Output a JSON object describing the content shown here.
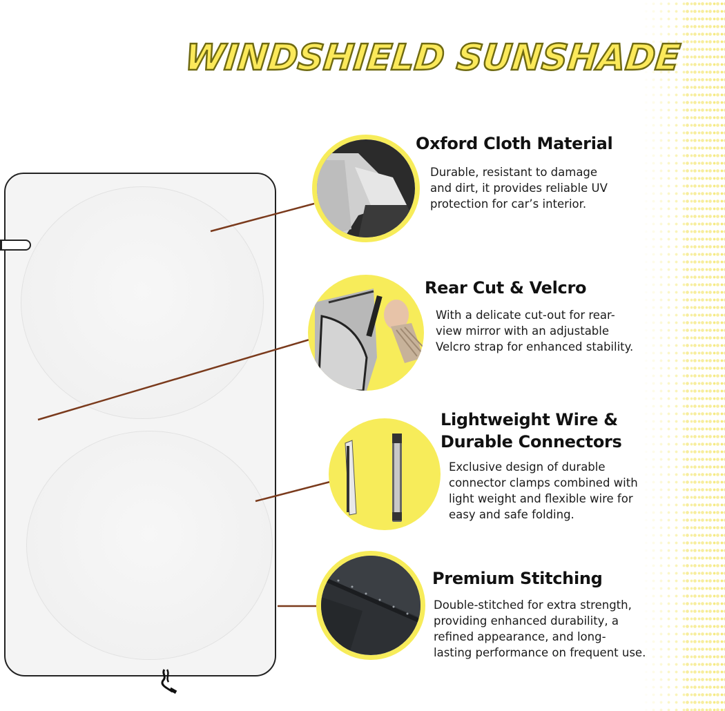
{
  "header": {
    "title": "WINDSHIELD SUNSHADE"
  },
  "colors": {
    "accent_yellow": "#f7ec5a",
    "title_fill": "#fbe95a",
    "title_outline": "#6f6a12",
    "leader_line": "#7a3a1c",
    "text": "#111111"
  },
  "product_image": {
    "label": "foldable-windshield-sunshade",
    "panels": 2
  },
  "features": [
    {
      "title": "Oxford Cloth Material",
      "description": "Durable, resistant to damage\nand dirt, it provides reliable UV\nprotection for car’s interior.",
      "image": "oxford-cloth-closeup"
    },
    {
      "title": "Rear Cut & Velcro",
      "description": "With a delicate cut-out for rear-\nview mirror with an adjustable\nVelcro strap for enhanced stability.",
      "image": "velcro-strap-closeup"
    },
    {
      "title": "Lightweight Wire &\nDurable Connectors",
      "title_line1": "Lightweight Wire &",
      "title_line2": "Durable Connectors",
      "description": "Exclusive design of durable\nconnector clamps combined with\nlight weight and flexible wire for\neasy and safe folding.",
      "image": "wire-connector-closeup"
    },
    {
      "title": "Premium Stitching",
      "description": "Double-stitched for extra strength,\nproviding enhanced durability, a\nrefined appearance, and long-\nlasting performance on frequent use.",
      "image": "stitching-closeup"
    }
  ]
}
